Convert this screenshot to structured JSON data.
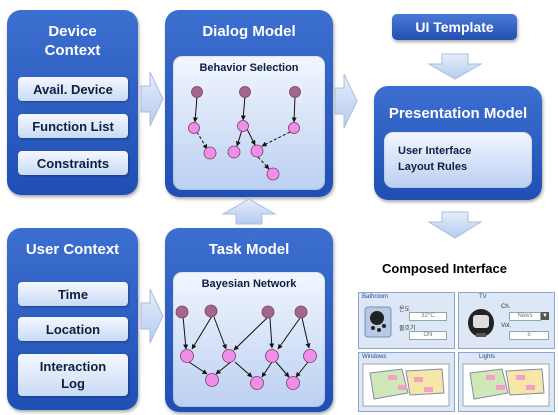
{
  "device_context": {
    "title_line1": "Device",
    "title_line2": "Context",
    "items": [
      "Avail. Device",
      "Function List",
      "Constraints"
    ]
  },
  "user_context": {
    "title": "User Context",
    "items": [
      "Time",
      "Location",
      "Interaction Log"
    ]
  },
  "dialog_model": {
    "title": "Dialog Model",
    "subtitle": "Behavior Selection"
  },
  "task_model": {
    "title": "Task Model",
    "subtitle": "Bayesian Network"
  },
  "ui_template": {
    "label": "UI Template"
  },
  "presentation_model": {
    "title": "Presentation Model",
    "line1": "User Interface",
    "line2": "Layout Rules"
  },
  "composed_interface": {
    "title": "Composed Interface",
    "panels": [
      {
        "title": "Bathroom",
        "labels": [
          "온도",
          "물흐기"
        ],
        "values": [
          "32°C",
          "ON"
        ]
      },
      {
        "title": "TV",
        "labels": [
          "Ch.",
          "Vol."
        ],
        "values": [
          "News",
          "5"
        ]
      },
      {
        "title": "Windows"
      },
      {
        "title": "Lights"
      }
    ]
  },
  "colors": {
    "panel_blue": "#2a5cc4",
    "node_pink": "#f08ee8",
    "node_purple": "#a2678f",
    "arrow_light": "#c4d6f2"
  }
}
